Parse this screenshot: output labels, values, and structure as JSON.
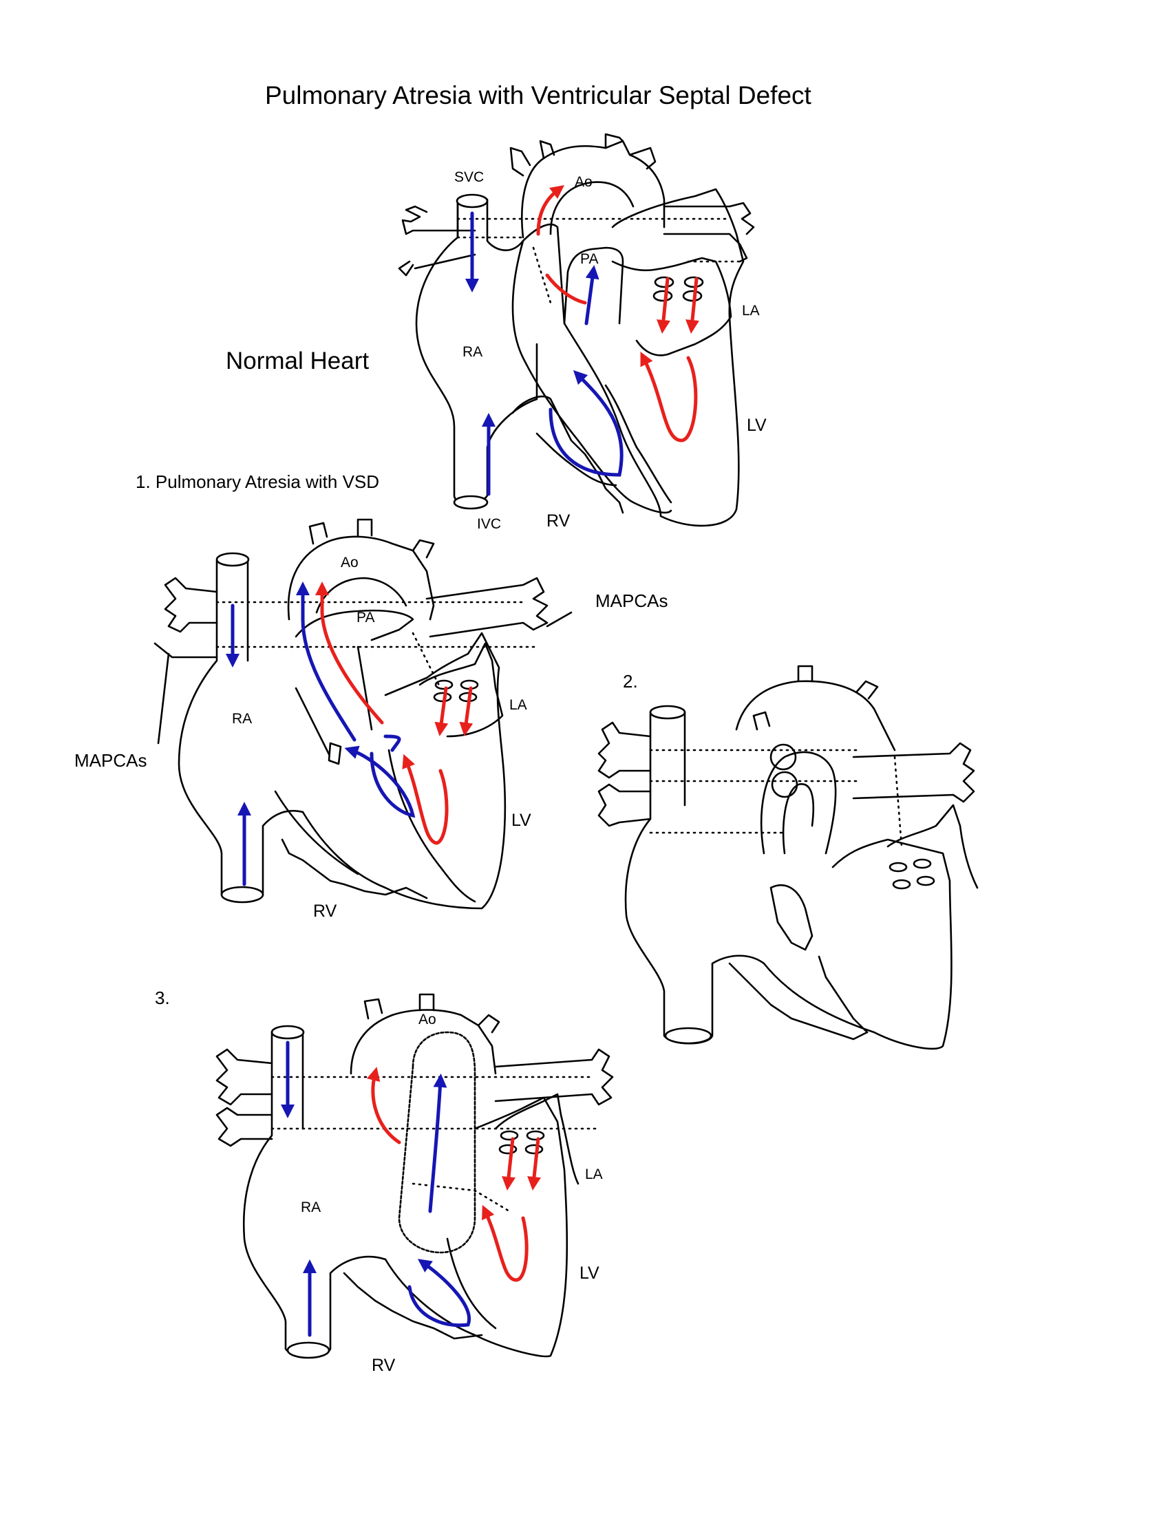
{
  "title": "Pulmonary Atresia with Ventricular Septal Defect",
  "colors": {
    "oxygenated": "#e8201c",
    "deoxygenated": "#1616b4",
    "outline": "#000000"
  },
  "normal": {
    "heading": "Normal Heart",
    "labels": {
      "svc": "SVC",
      "ao": "Ao",
      "pa": "PA",
      "la": "LA",
      "ra": "RA",
      "lv": "LV",
      "ivc": "IVC",
      "rv": "RV"
    }
  },
  "panel1": {
    "heading": "1. Pulmonary Atresia with VSD",
    "labels": {
      "ao": "Ao",
      "pa": "PA",
      "ra": "RA",
      "la": "LA",
      "lv": "LV",
      "rv": "RV",
      "mapcas_right": "MAPCAs",
      "mapcas_left": "MAPCAs"
    }
  },
  "panel2": {
    "heading": "2."
  },
  "panel3": {
    "heading": "3.",
    "labels": {
      "ao": "Ao",
      "ra": "RA",
      "la": "LA",
      "lv": "LV",
      "rv": "RV"
    }
  }
}
